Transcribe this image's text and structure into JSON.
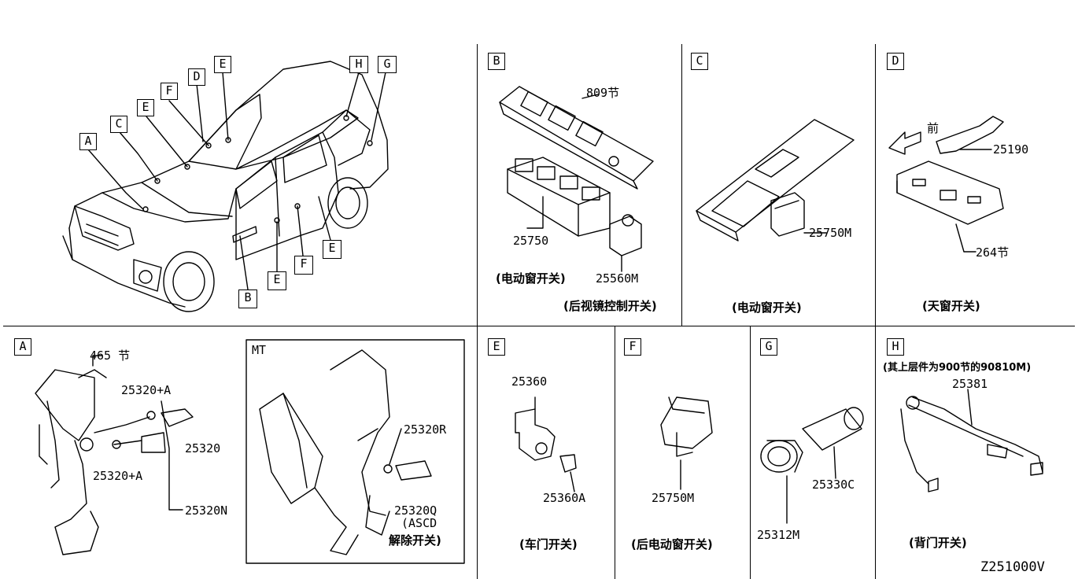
{
  "overview": {
    "callouts": [
      "A",
      "C",
      "E",
      "F",
      "D",
      "E",
      "H",
      "G",
      "B",
      "E",
      "F",
      "E"
    ]
  },
  "panel_b": {
    "letter": "B",
    "parts": [
      "809节",
      "25750",
      "25560M"
    ],
    "captions": [
      "(电动窗开关)",
      "(后视镜控制开关)"
    ]
  },
  "panel_c": {
    "letter": "C",
    "parts": [
      "25750M"
    ],
    "captions": [
      "(电动窗开关)"
    ]
  },
  "panel_d": {
    "letter": "D",
    "front": "前",
    "parts": [
      "25190",
      "264节"
    ],
    "captions": [
      "(天窗开关)"
    ]
  },
  "panel_a": {
    "letter": "A",
    "mt_label": "MT",
    "parts": [
      "465 节",
      "25320+A",
      "25320",
      "25320+A",
      "25320N",
      "25320R",
      "25320Q",
      "(ASCD"
    ],
    "captions": [
      "解除开关)"
    ]
  },
  "panel_e": {
    "letter": "E",
    "parts": [
      "25360",
      "25360A"
    ],
    "captions": [
      "(车门开关)"
    ]
  },
  "panel_f": {
    "letter": "F",
    "parts": [
      "25750M"
    ],
    "captions": [
      "(后电动窗开关)"
    ]
  },
  "panel_g": {
    "letter": "G",
    "parts": [
      "25312M",
      "25330C"
    ]
  },
  "panel_h": {
    "letter": "H",
    "note": "(其上层件为900节的90810M)",
    "parts": [
      "25381"
    ],
    "captions": [
      "(背门开关)"
    ]
  },
  "diagram_code": "Z251000V"
}
